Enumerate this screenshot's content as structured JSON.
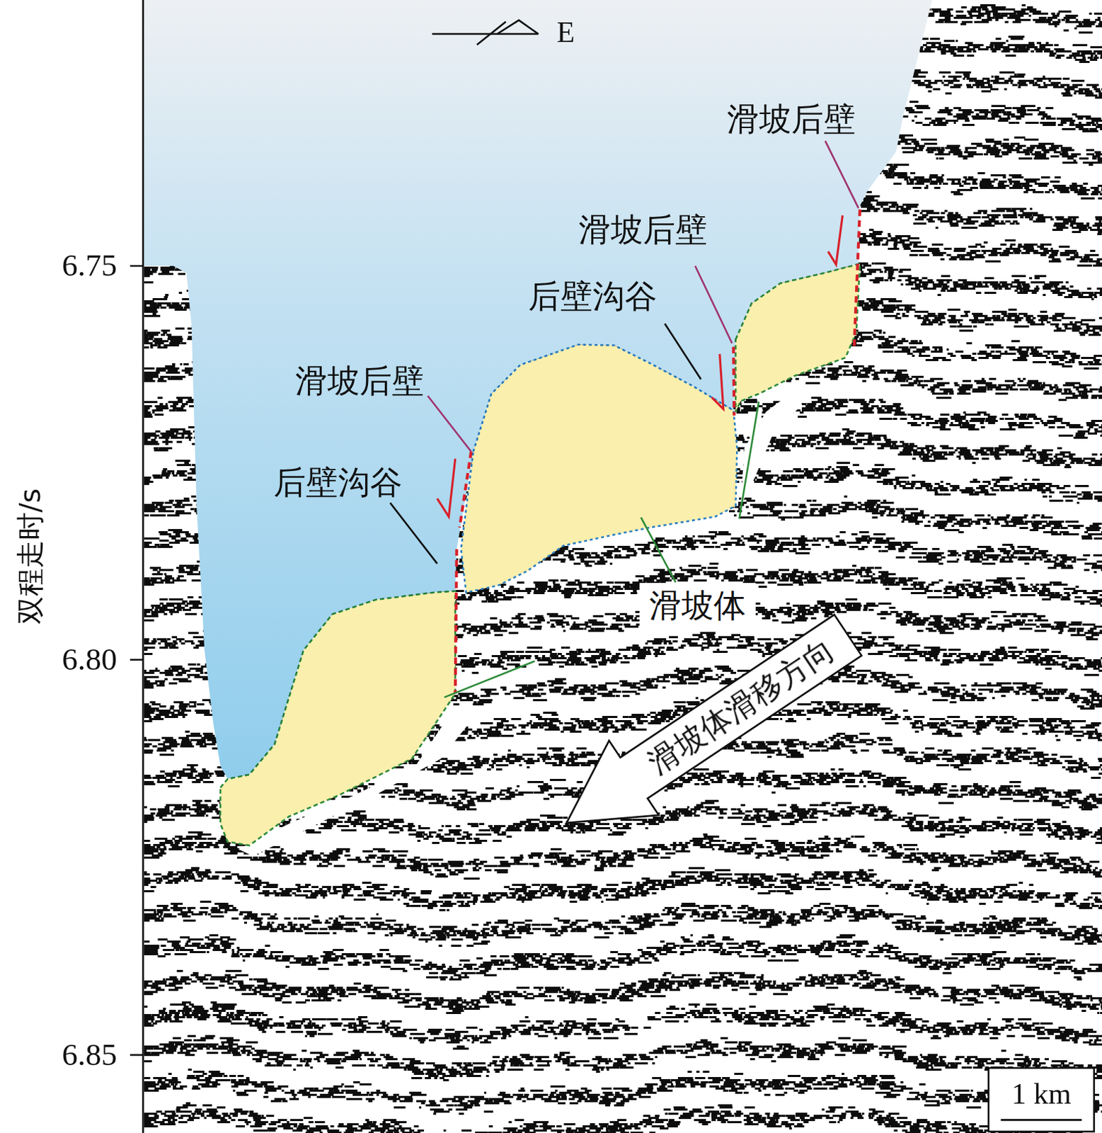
{
  "diagram": {
    "nodes": [
      {
        "text": [
          "滑坡体"
        ]
      },
      {
        "text": [
          "滑坡体滑移方向"
        ]
      }
    ],
    "labels": [
      "E",
      "滑坡后壁",
      "滑坡后壁",
      "后壁沟谷",
      "滑坡后壁",
      "后壁沟谷",
      "双程走时/s",
      "6.75",
      "6.80",
      "6.85",
      "1 km"
    ]
  }
}
